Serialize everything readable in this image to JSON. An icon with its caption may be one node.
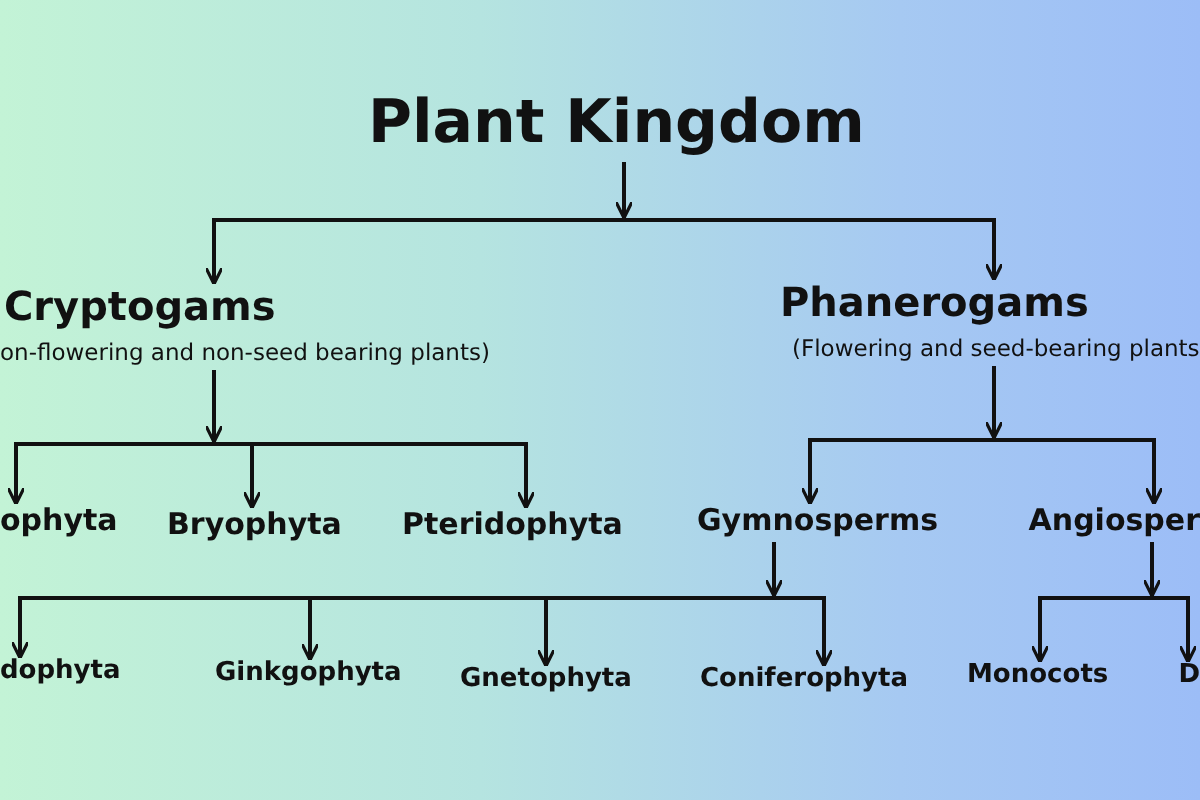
{
  "diagram": {
    "nodes": [
      {
        "text": [
          "Plant Kingdom"
        ]
      },
      {
        "text": [
          "Cryptogams",
          "on-flowering and non-seed bearing plants)"
        ]
      },
      {
        "text": [
          "Phanerogams",
          "(Flowering and seed-bearing plants"
        ]
      },
      {
        "text": [
          "ophyta"
        ]
      },
      {
        "text": [
          "Bryophyta"
        ]
      },
      {
        "text": [
          "Pteridophyta"
        ]
      },
      {
        "text": [
          "Gymnosperms"
        ]
      },
      {
        "text": [
          "Angiosper"
        ]
      },
      {
        "text": [
          "dophyta"
        ]
      },
      {
        "text": [
          "Ginkgophyta"
        ]
      },
      {
        "text": [
          "Gnetophyta"
        ]
      },
      {
        "text": [
          "Coniferophyta"
        ]
      },
      {
        "text": [
          "Monocots"
        ]
      },
      {
        "text": [
          "D"
        ]
      }
    ],
    "edges": [
      {
        "from": 0,
        "to": 1,
        "arrow": "to"
      },
      {
        "from": 0,
        "to": 2,
        "arrow": "to"
      },
      {
        "from": 1,
        "to": 3,
        "arrow": "to"
      },
      {
        "from": 1,
        "to": 4,
        "arrow": "to"
      },
      {
        "from": 1,
        "to": 5,
        "arrow": "to"
      },
      {
        "from": 2,
        "to": 6,
        "arrow": "to"
      },
      {
        "from": 2,
        "to": 7,
        "arrow": "to"
      },
      {
        "from": 6,
        "to": 8,
        "arrow": "to"
      },
      {
        "from": 6,
        "to": 9,
        "arrow": "to"
      },
      {
        "from": 6,
        "to": 10,
        "arrow": "to"
      },
      {
        "from": 6,
        "to": 11,
        "arrow": "to"
      },
      {
        "from": 7,
        "to": 12,
        "arrow": "to"
      },
      {
        "from": 7,
        "to": 13,
        "arrow": "to"
      }
    ]
  }
}
